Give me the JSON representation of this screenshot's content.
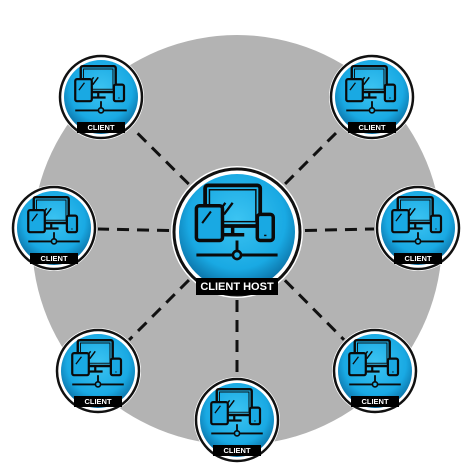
{
  "colors": {
    "backdrop": "#b3b3b3",
    "node_fill": "#19a9e3",
    "node_fill_dark": "#0b6fa3",
    "node_ring": "#111111",
    "label_band": "#000000",
    "link": "#111111"
  },
  "hub": {
    "label": "CLIENT HOST",
    "icon": "devices-network-icon"
  },
  "clients": [
    {
      "label": "CLIENT",
      "icon": "devices-network-icon"
    },
    {
      "label": "CLIENT",
      "icon": "devices-network-icon"
    },
    {
      "label": "CLIENT",
      "icon": "devices-network-icon"
    },
    {
      "label": "CLIENT",
      "icon": "devices-network-icon"
    },
    {
      "label": "CLIENT",
      "icon": "devices-network-icon"
    },
    {
      "label": "CLIENT",
      "icon": "devices-network-icon"
    },
    {
      "label": "CLIENT",
      "icon": "devices-network-icon"
    },
    {
      "label": "CLIENT",
      "icon": "devices-network-icon"
    }
  ]
}
